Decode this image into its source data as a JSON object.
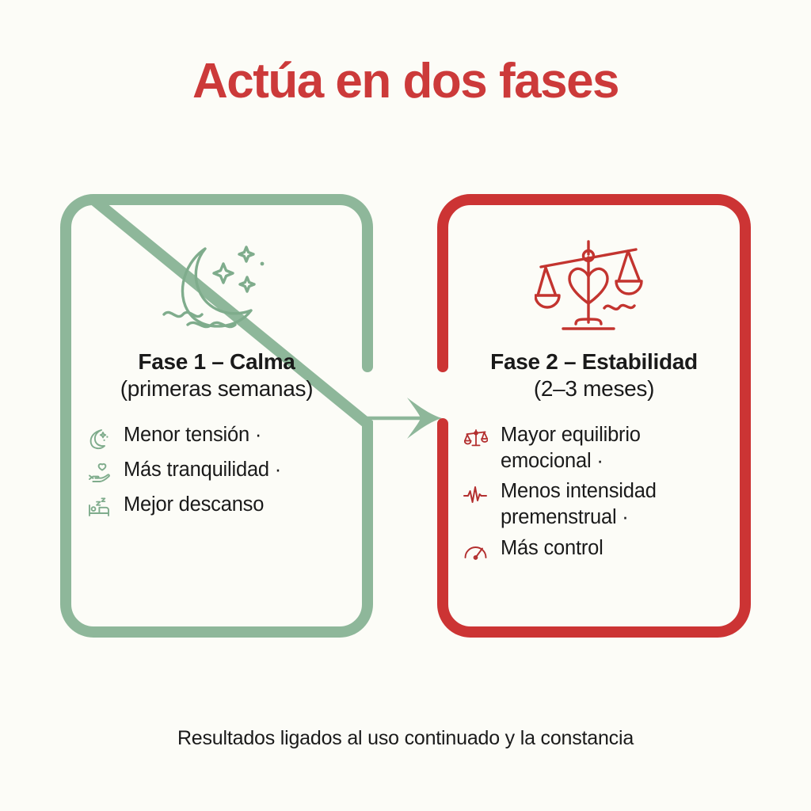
{
  "colors": {
    "background": "#FCFCF7",
    "title_red": "#CC3A3A",
    "phase1_green": "#8EB79A",
    "phase2_red": "#CC3434",
    "text_dark": "#1A1A1A"
  },
  "header": {
    "title": "Actúa en dos fases"
  },
  "cards": [
    {
      "id": "phase-1",
      "icon": "crescent-moon-stars-icon",
      "title": "Fase 1 – Calma",
      "subtitle": "(primeras semanas)",
      "accent": "#8EB79A",
      "bullets": [
        {
          "icon": "moon-stars-icon",
          "text": "Menor tensión ·"
        },
        {
          "icon": "hand-heart-icon",
          "text": "Más tranquilidad ·"
        },
        {
          "icon": "bed-sleep-icon",
          "text": "Mejor descanso"
        }
      ]
    },
    {
      "id": "phase-2",
      "icon": "balance-scale-heart-icon",
      "title": "Fase 2 – Estabilidad",
      "subtitle": "(2–3 meses)",
      "accent": "#CC3434",
      "bullets": [
        {
          "icon": "balance-scale-icon",
          "text": "Mayor equilibrio emocional ·"
        },
        {
          "icon": "heartbeat-pulse-icon",
          "text": "Menos intensidad premenstrual ·"
        },
        {
          "icon": "gauge-icon",
          "text": "Más control"
        }
      ]
    }
  ],
  "arrow": {
    "name": "phase-transition-arrow",
    "direction": "right",
    "color": "#8EB79A"
  },
  "footer": {
    "note": "Resultados ligados al uso continuado y la constancia"
  }
}
